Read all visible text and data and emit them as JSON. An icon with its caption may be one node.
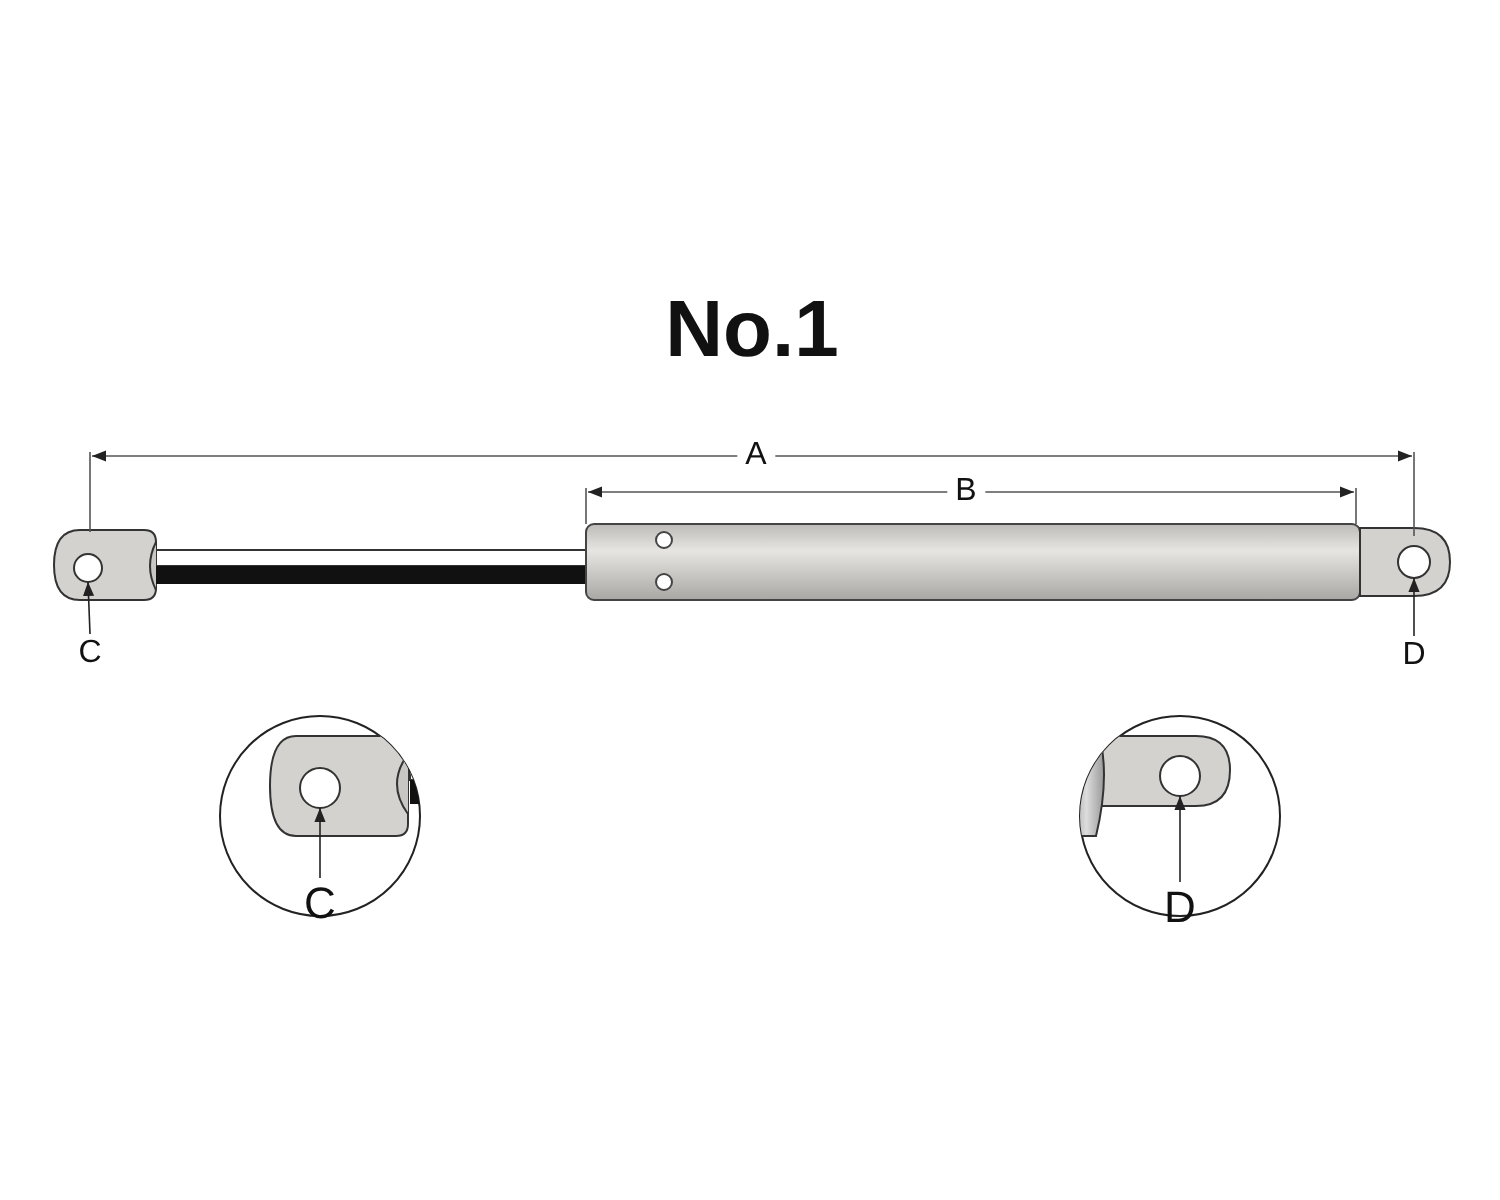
{
  "diagram": {
    "title": "No.1",
    "nodes": [
      {
        "text": [
          "C"
        ]
      },
      {
        "text": [
          "D"
        ]
      },
      {
        "text": [
          "C"
        ]
      },
      {
        "text": [
          "D"
        ]
      },
      {
        "text": [],
        "shape": "circle"
      },
      {
        "text": [],
        "shape": "circle"
      },
      {
        "text": [],
        "shape": "circle"
      },
      {
        "text": [],
        "shape": "circle"
      }
    ],
    "edges": [
      {
        "from": 0,
        "to": 4,
        "arrow": "to"
      },
      {
        "from": 1,
        "to": 5,
        "arrow": "to"
      },
      {
        "from": 2,
        "to": 6,
        "arrow": "to"
      },
      {
        "from": 3,
        "to": 7,
        "arrow": "to"
      }
    ],
    "labels": [
      "A",
      "B"
    ]
  }
}
